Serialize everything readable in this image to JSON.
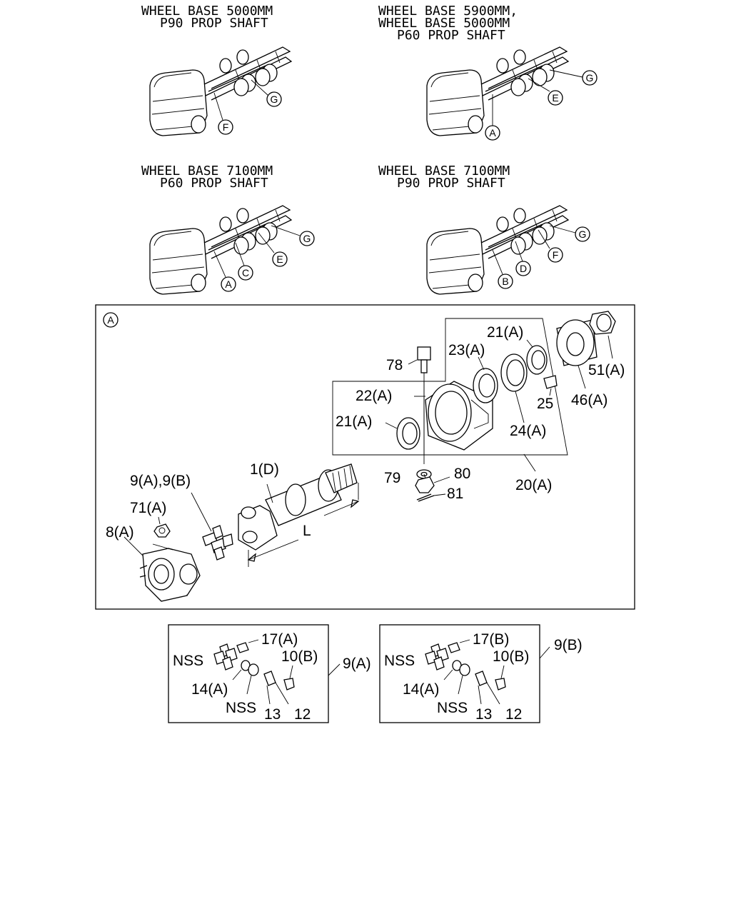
{
  "headers": {
    "wb5000_p90": [
      "WHEEL BASE 5000MM",
      "P90 PROP SHAFT"
    ],
    "wb5900_p60": [
      "WHEEL BASE 5900MM,",
      "WHEEL BASE 5000MM",
      "P60 PROP SHAFT"
    ],
    "wb7100_p60": [
      "WHEEL BASE 7100MM",
      "P60 PROP SHAFT"
    ],
    "wb7100_p90": [
      "WHEEL BASE 7100MM",
      "P90 PROP SHAFT"
    ]
  },
  "truck_callouts": {
    "t1": [
      "F",
      "G"
    ],
    "t2": [
      "A",
      "E",
      "G"
    ],
    "t3": [
      "A",
      "C",
      "E",
      "G"
    ],
    "t4": [
      "B",
      "D",
      "F",
      "G"
    ]
  },
  "main_panel": {
    "panel_letter": "A",
    "labels": {
      "p78": "78",
      "p23a": "23(A)",
      "p21a_top": "21(A)",
      "p51a": "51(A)",
      "p22a": "22(A)",
      "p46a": "46(A)",
      "p25": "25",
      "p21a_left": "21(A)",
      "p24a": "24(A)",
      "p79": "79",
      "p80": "80",
      "p81": "81",
      "p20a": "20(A)",
      "p1d": "1(D)",
      "p9ab": "9(A),9(B)",
      "p71a": "71(A)",
      "p8a": "8(A)",
      "dimL": "L"
    }
  },
  "kit_a": {
    "p17": "17(A)",
    "nss1": "NSS",
    "p10": "10(B)",
    "kit": "9(A)",
    "p14": "14(A)",
    "nss2": "NSS",
    "p13": "13",
    "p12": "12"
  },
  "kit_b": {
    "p17": "17(B)",
    "nss1": "NSS",
    "p10": "10(B)",
    "kit": "9(B)",
    "p14": "14(A)",
    "nss2": "NSS",
    "p13": "13",
    "p12": "12"
  }
}
